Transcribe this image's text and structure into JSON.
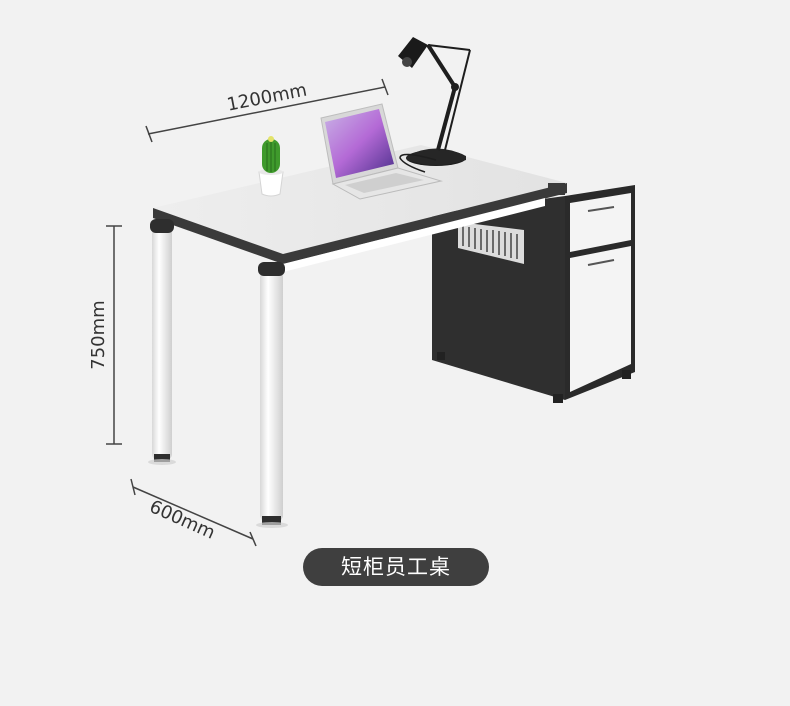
{
  "dimensions": {
    "width_label": "1200mm",
    "height_label": "750mm",
    "depth_label": "600mm"
  },
  "product": {
    "name": "短柜员工桌"
  },
  "colors": {
    "background": "#f2f2f2",
    "desktop": "#e9e9e9",
    "edge_dark": "#3a3a3a",
    "cabinet_dark": "#2f2f2f",
    "drawer_white": "#f4f4f4",
    "caption_bg": "#3f3f3f"
  }
}
